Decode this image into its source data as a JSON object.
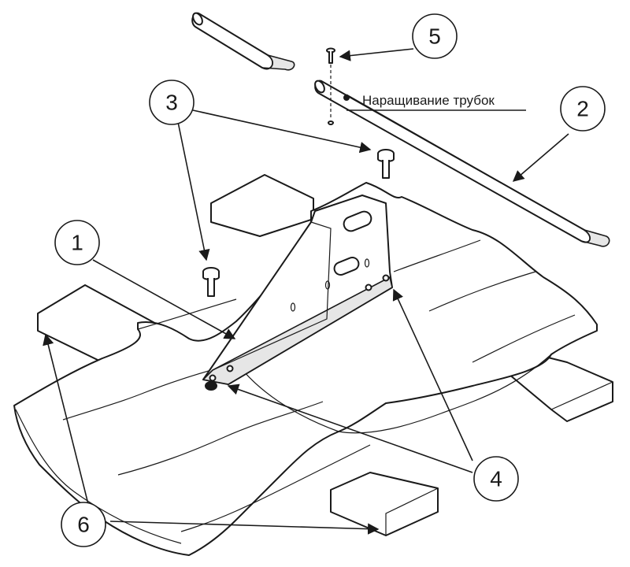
{
  "note": {
    "text": "Наращивание трубок"
  },
  "callouts": [
    {
      "id": "1",
      "label": "1"
    },
    {
      "id": "2",
      "label": "2"
    },
    {
      "id": "3",
      "label": "3"
    },
    {
      "id": "4",
      "label": "4"
    },
    {
      "id": "5",
      "label": "5"
    },
    {
      "id": "6",
      "label": "6"
    }
  ]
}
